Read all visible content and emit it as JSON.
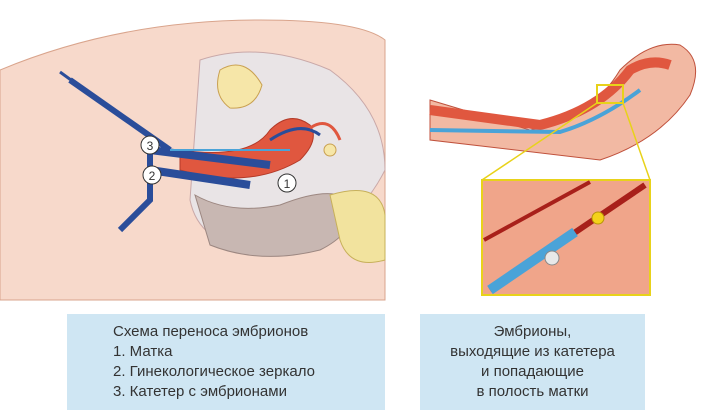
{
  "left_caption": {
    "title": "Схема переноса эмбрионов",
    "items": [
      "1. Матка",
      "2. Гинекологическое зеркало",
      "3. Катетер с эмбрионами"
    ]
  },
  "right_caption": {
    "lines": [
      "Эмбрионы,",
      "выходящие из катетера",
      "и попадающие",
      "в полость матки"
    ]
  },
  "markers": [
    "1",
    "2",
    "3"
  ],
  "colors": {
    "tissue": "#f2b9a3",
    "uterus": "#e0573f",
    "instrument": "#2a4d9a",
    "catheter": "#4aa3d8",
    "caption_bg": "#cfe6f3",
    "highlight": "#e8d21a"
  }
}
